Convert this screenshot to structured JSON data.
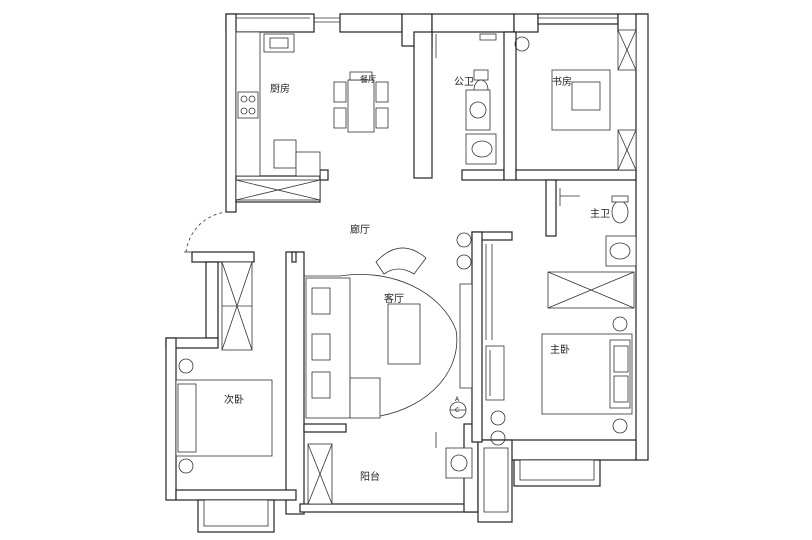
{
  "rooms": {
    "kitchen": "厨房",
    "dining": "餐厅",
    "public_bath": "公卫",
    "study": "书房",
    "master_bath": "主卫",
    "corridor": "廊厅",
    "living": "客厅",
    "master_bedroom": "主卧",
    "second_bedroom": "次卧",
    "balcony": "阳台"
  },
  "symbols": {
    "section_mark_top": "A",
    "section_mark_bottom": "C"
  },
  "icons": [
    "plant-icon",
    "toilet-icon",
    "washbasin-icon",
    "stove-icon",
    "sink-icon",
    "bed-icon",
    "sofa-icon",
    "tv-icon"
  ]
}
